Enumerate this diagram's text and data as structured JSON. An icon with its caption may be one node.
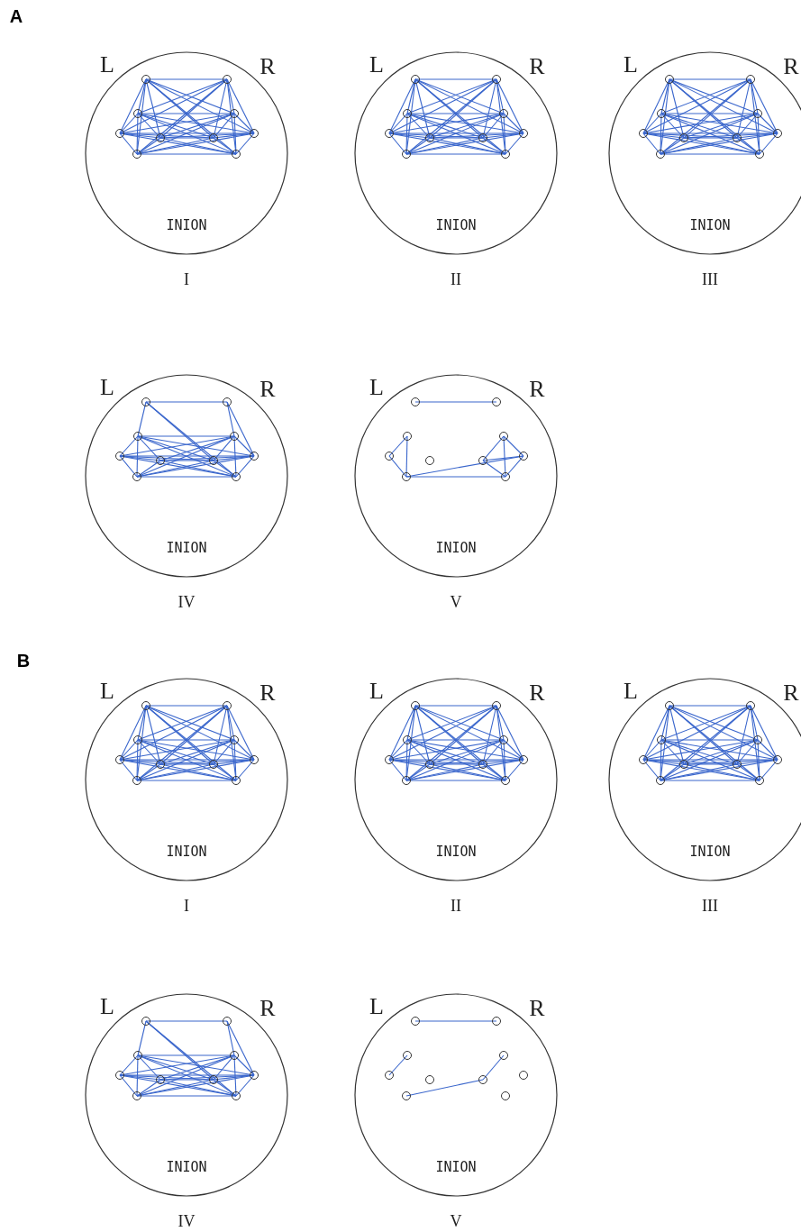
{
  "diagram": {
    "labels": [
      "A",
      "L",
      "R",
      "INION",
      "I",
      "L",
      "R",
      "INION",
      "II",
      "L",
      "R",
      "INION",
      "III",
      "L",
      "R",
      "INION",
      "IV",
      "L",
      "R",
      "INION",
      "V",
      "B",
      "L",
      "R",
      "INION",
      "I",
      "L",
      "R",
      "INION",
      "II",
      "L",
      "R",
      "INION",
      "III",
      "L",
      "R",
      "INION",
      "IV",
      "L",
      "R",
      "INION",
      "V"
    ]
  }
}
